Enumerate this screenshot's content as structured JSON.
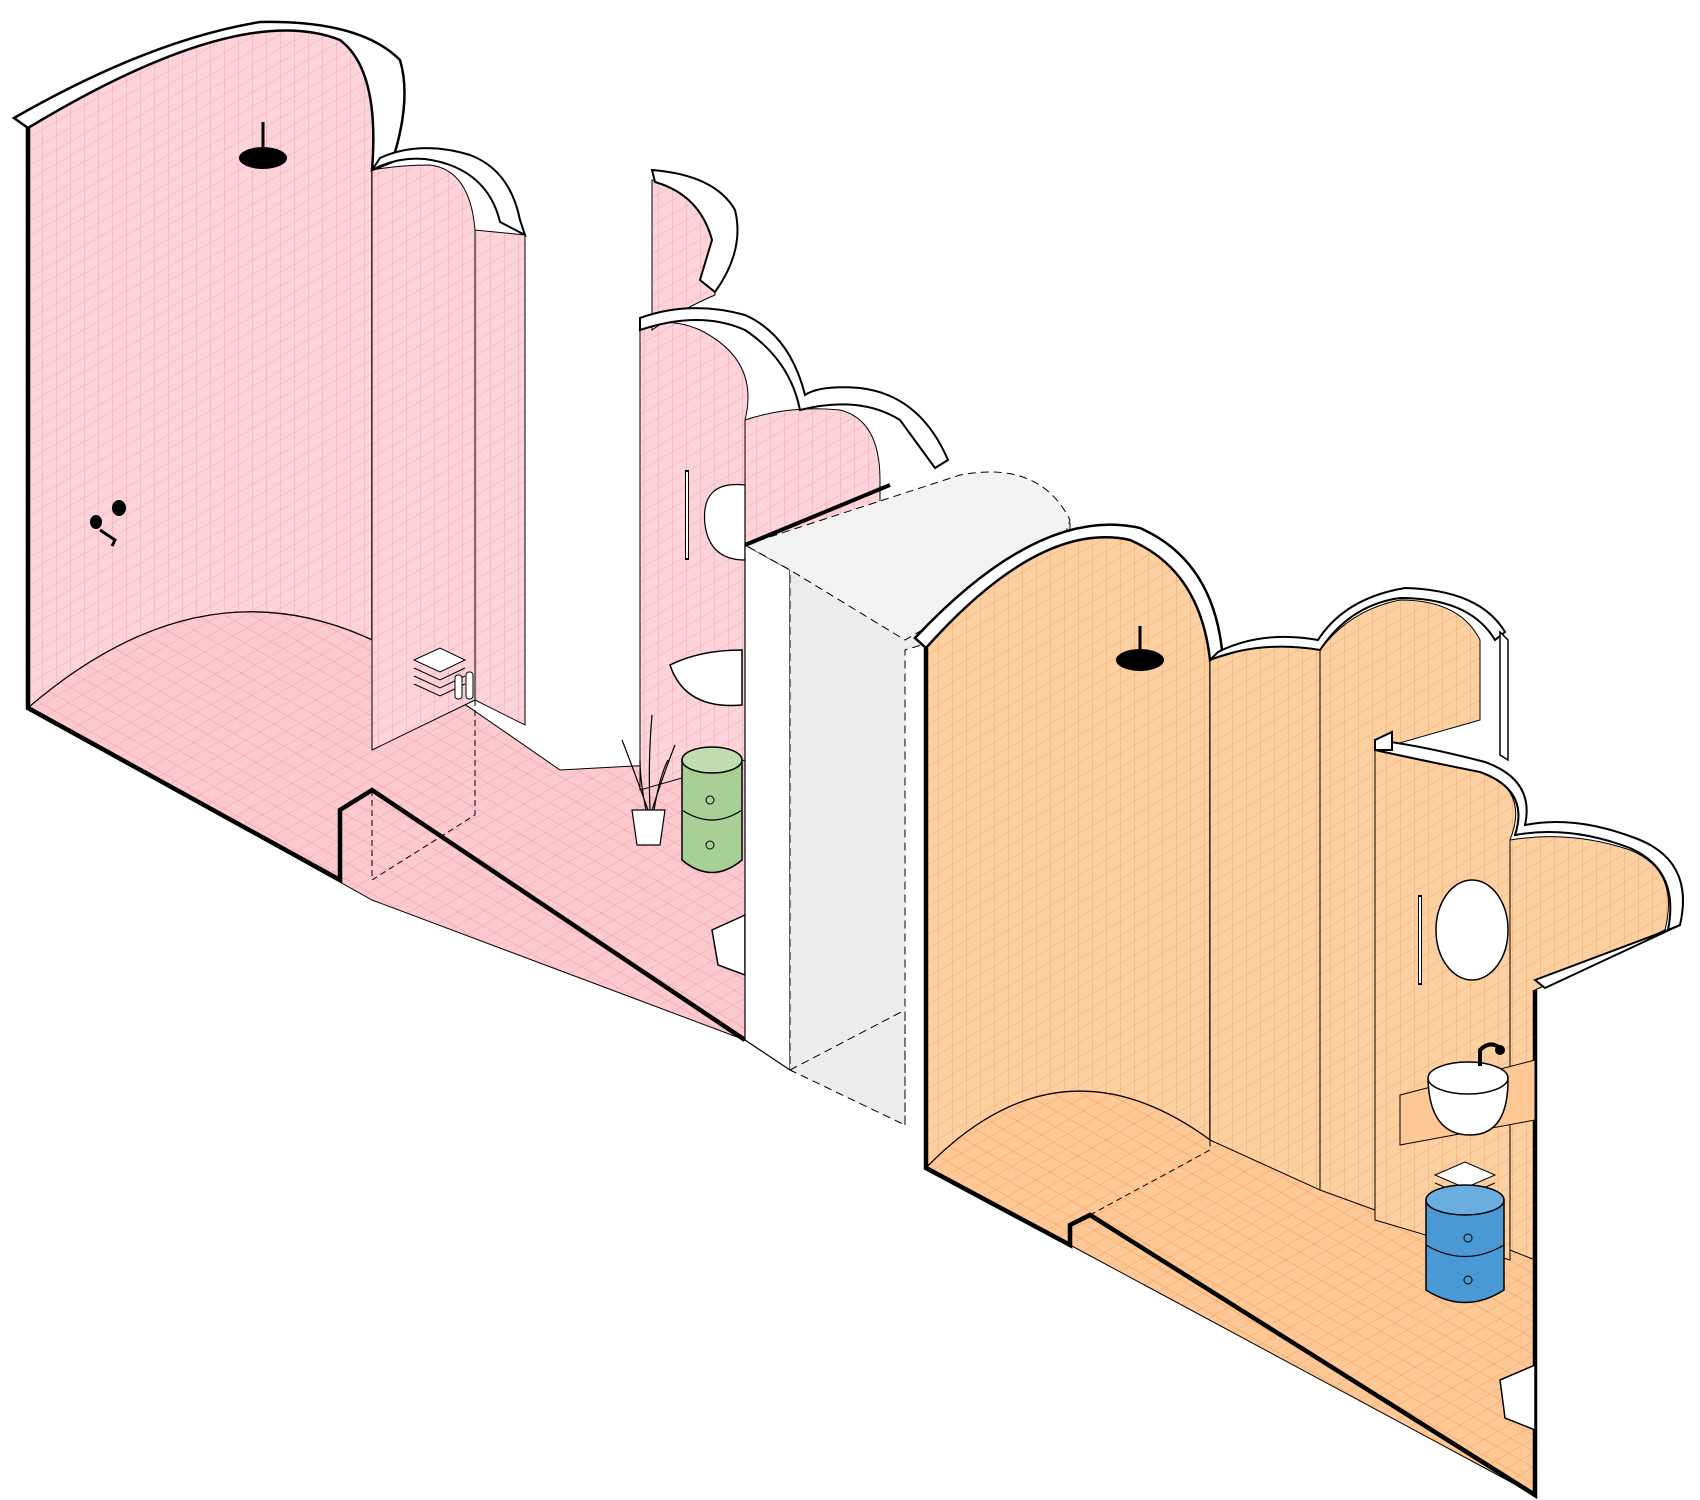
{
  "diagram": {
    "kind": "isometric-cutaway",
    "units": [
      {
        "id": "pink-bathroom",
        "tile_color": "#fbd3d8",
        "grid_color": "#f1a9b3",
        "fixtures": [
          "rain-shower-head",
          "wall-mixer-tap",
          "towel-stack",
          "toiletry-bottles",
          "snake-plant",
          "green-drawer-cabinet",
          "vessel-sink",
          "round-mirror",
          "towel-rail",
          "wall-toilet"
        ]
      },
      {
        "id": "party-wall",
        "tile_color": "#ececec",
        "grid_color": "#bdbdbd",
        "fixtures": []
      },
      {
        "id": "orange-bathroom",
        "tile_color": "#fdd0a2",
        "grid_color": "#f2a866",
        "fixtures": [
          "rain-shower-head",
          "vessel-sink",
          "basin-tap",
          "round-mirror",
          "towel-rail",
          "towel-stack",
          "blue-drawer-cabinet",
          "wall-toilet"
        ]
      }
    ],
    "colors": {
      "outline": "#000000",
      "cabinet_green": "#a8cf96",
      "cabinet_blue": "#4a98d4",
      "fixture_black": "#000000",
      "porcelain": "#ffffff"
    }
  }
}
